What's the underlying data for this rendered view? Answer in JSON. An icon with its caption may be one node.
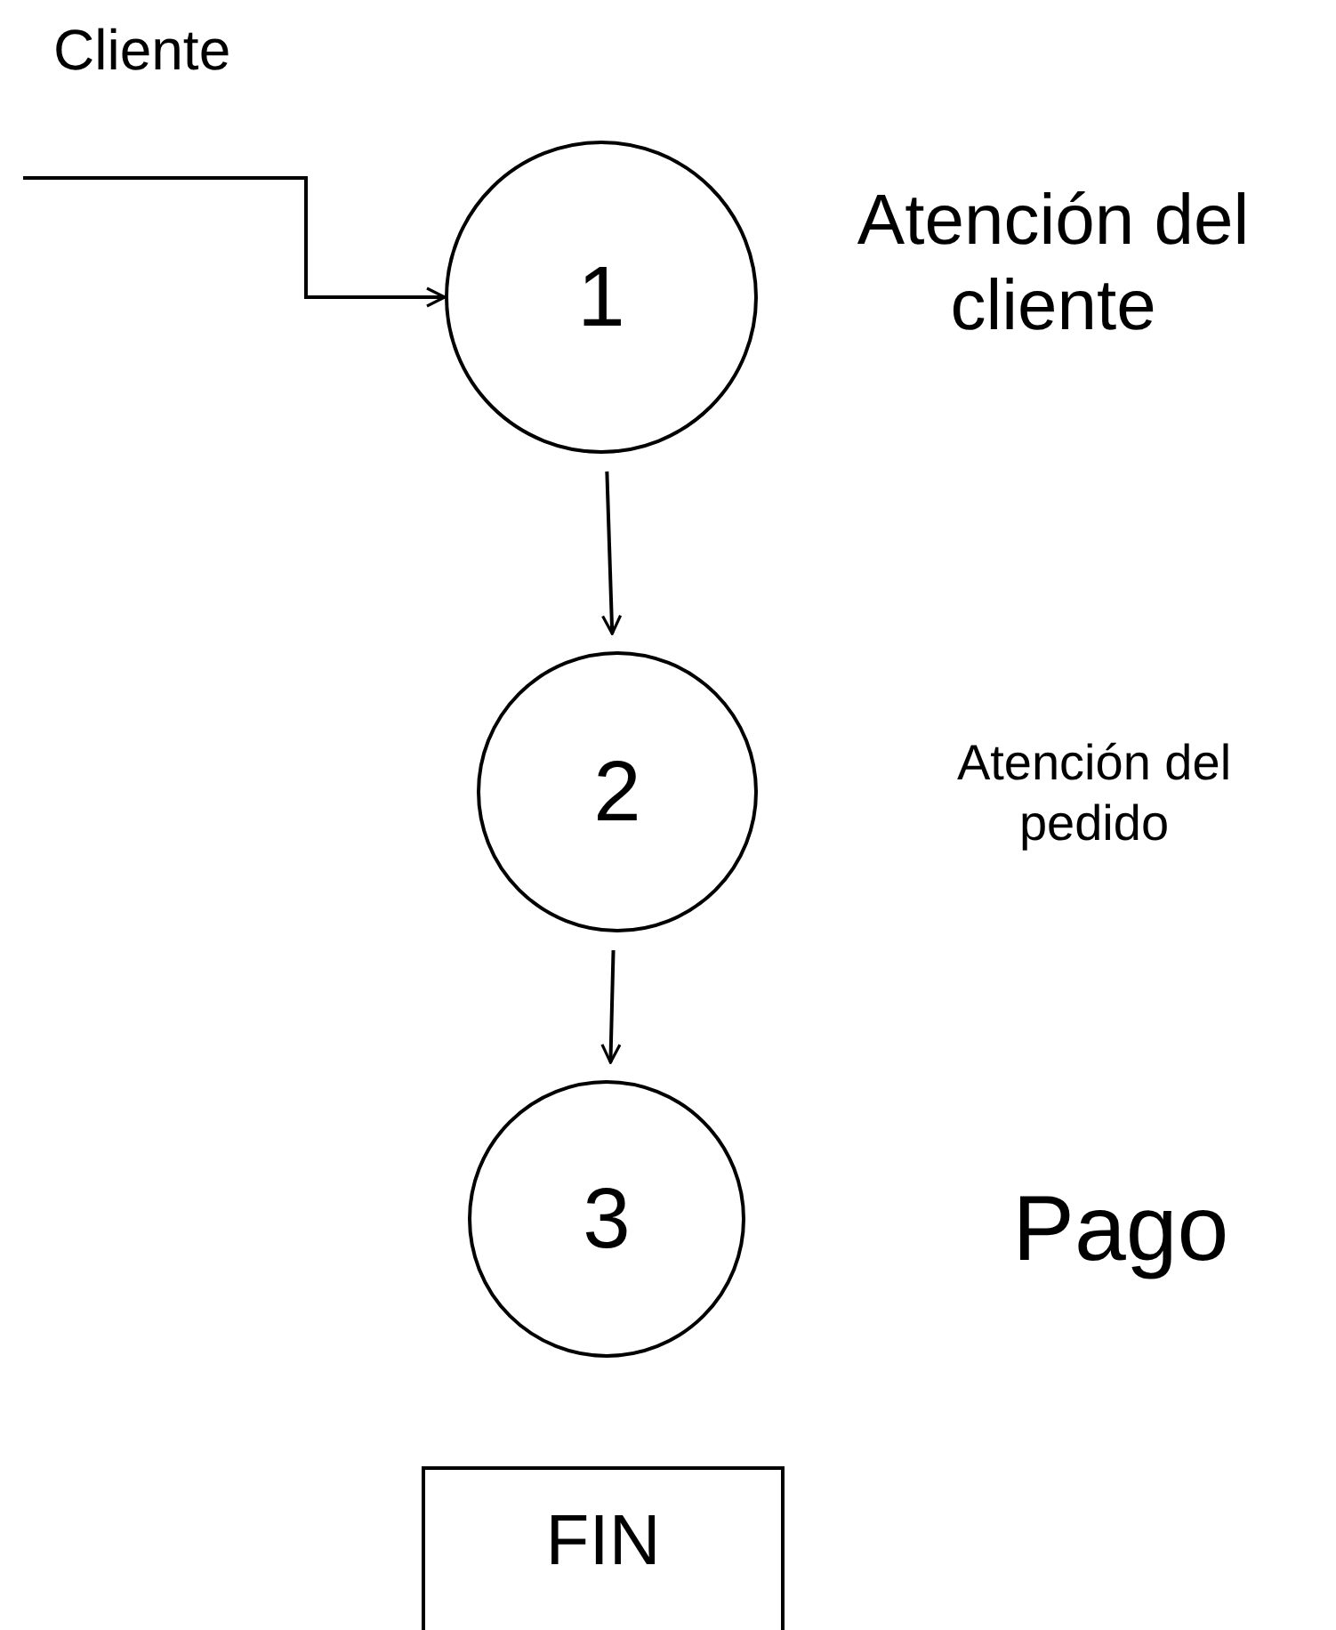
{
  "diagram": {
    "nodes": [
      {
        "text": [
          "1"
        ],
        "beside": [
          "Atención del cliente"
        ]
      },
      {
        "text": [
          "2"
        ],
        "beside": [
          "Atención del pedido"
        ]
      },
      {
        "text": [
          "3"
        ],
        "beside": [
          "Pago"
        ]
      },
      {
        "text": [
          "FIN"
        ]
      }
    ],
    "edges": [
      {
        "from": null,
        "to": 0,
        "arrow": "to",
        "label": "Cliente"
      },
      {
        "from": 0,
        "to": 1,
        "arrow": "to"
      },
      {
        "from": 1,
        "to": 2,
        "arrow": "to"
      }
    ]
  }
}
